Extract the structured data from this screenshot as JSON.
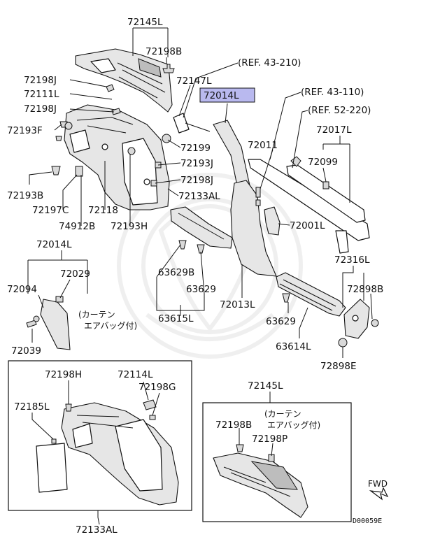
{
  "highlight_color": "#b9b9ef",
  "labels": {
    "l72145L_top": "72145L",
    "l72198B_top": "72198B",
    "lREF43210": "(REF. 43-210)",
    "l72198J_1": "72198J",
    "l72147L": "72147L",
    "l72014L_hl": "72014L",
    "l72111L": "72111L",
    "lREF43110": "(REF. 43-110)",
    "l72198J_2": "72198J",
    "lREF52220": "(REF. 52-220)",
    "l72193F": "72193F",
    "l72011": "72011",
    "l72017L": "72017L",
    "l72199": "72199",
    "l72099": "72099",
    "l72193J": "72193J",
    "l72198J_3": "72198J",
    "l72193B": "72193B",
    "l72133AL_top": "72133AL",
    "l72197C": "72197C",
    "l72118": "72118",
    "l74912B": "74912B",
    "l72193H": "72193H",
    "l72001L": "72001L",
    "l72014L_2": "72014L",
    "l72029": "72029",
    "l63629B": "63629B",
    "l72316L": "72316L",
    "l72094": "72094",
    "l63629_1": "63629",
    "l72898B": "72898B",
    "l72013L": "72013L",
    "lcurtain_1a": "(カーテン",
    "lcurtain_1b": "エアバッグ付)",
    "l63615L": "63615L",
    "l63629_2": "63629",
    "l72039": "72039",
    "l63614L": "63614L",
    "l72898E": "72898E",
    "l72198H": "72198H",
    "l72114L": "72114L",
    "l72198G": "72198G",
    "l72185L": "72185L",
    "l72145L_box": "72145L",
    "lcurtain_2a": "(カーテン",
    "lcurtain_2b": "エアバッグ付)",
    "l72198B_box": "72198B",
    "l72198P": "72198P",
    "lFWD": "FWD",
    "l72133AL_bottom": "72133AL",
    "lD00059E": "D00059E"
  }
}
